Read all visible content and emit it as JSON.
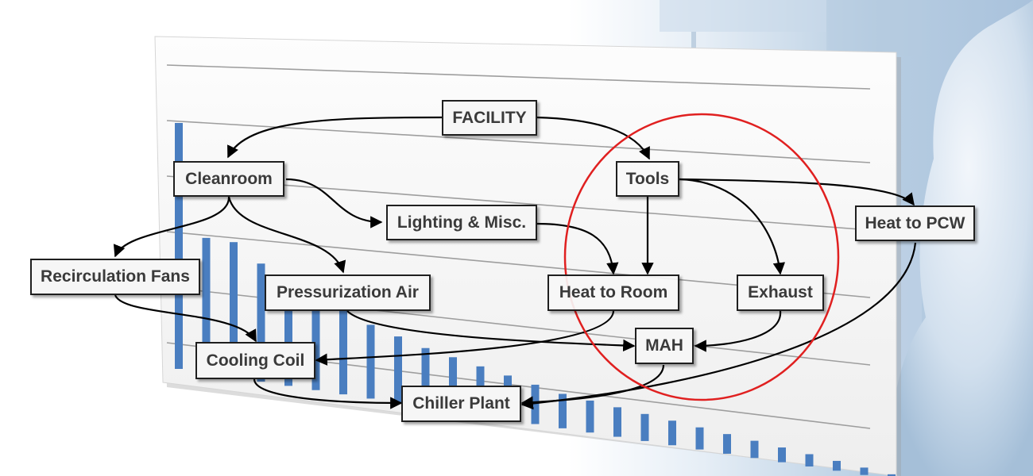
{
  "diagram": {
    "nodes": [
      {
        "id": "facility",
        "label": "FACILITY"
      },
      {
        "id": "cleanroom",
        "label": "Cleanroom"
      },
      {
        "id": "tools",
        "label": "Tools"
      },
      {
        "id": "lighting",
        "label": "Lighting & Misc."
      },
      {
        "id": "heat_to_pcw",
        "label": "Heat to PCW"
      },
      {
        "id": "recirculation_fans",
        "label": "Recirculation Fans"
      },
      {
        "id": "pressurization_air",
        "label": "Pressurization Air"
      },
      {
        "id": "heat_to_room",
        "label": "Heat to Room"
      },
      {
        "id": "exhaust",
        "label": "Exhaust"
      },
      {
        "id": "mah",
        "label": "MAH"
      },
      {
        "id": "cooling_coil",
        "label": "Cooling Coil"
      },
      {
        "id": "chiller_plant",
        "label": "Chiller Plant"
      }
    ],
    "edges": [
      {
        "from": "facility",
        "to": "cleanroom"
      },
      {
        "from": "facility",
        "to": "tools"
      },
      {
        "from": "cleanroom",
        "to": "lighting"
      },
      {
        "from": "cleanroom",
        "to": "recirculation_fans"
      },
      {
        "from": "cleanroom",
        "to": "pressurization_air"
      },
      {
        "from": "tools",
        "to": "heat_to_room"
      },
      {
        "from": "tools",
        "to": "exhaust"
      },
      {
        "from": "tools",
        "to": "heat_to_pcw"
      },
      {
        "from": "lighting",
        "to": "heat_to_room"
      },
      {
        "from": "recirculation_fans",
        "to": "cooling_coil"
      },
      {
        "from": "pressurization_air",
        "to": "mah"
      },
      {
        "from": "heat_to_room",
        "to": "cooling_coil"
      },
      {
        "from": "exhaust",
        "to": "mah"
      },
      {
        "from": "mah",
        "to": "chiller_plant"
      },
      {
        "from": "heat_to_pcw",
        "to": "chiller_plant"
      },
      {
        "from": "cooling_coil",
        "to": "chiller_plant"
      }
    ],
    "highlight": {
      "color": "#e02020",
      "encloses": [
        "tools",
        "heat_to_room",
        "exhaust",
        "mah"
      ]
    },
    "background_chart": {
      "type": "bar",
      "bar_color": "#4a7ec0",
      "values": [
        100,
        55,
        55,
        48,
        43,
        38,
        34,
        30,
        27,
        24,
        22,
        20,
        18,
        16,
        14,
        13,
        12,
        11,
        10,
        9,
        8,
        7,
        6,
        5,
        4,
        3,
        2
      ]
    }
  }
}
